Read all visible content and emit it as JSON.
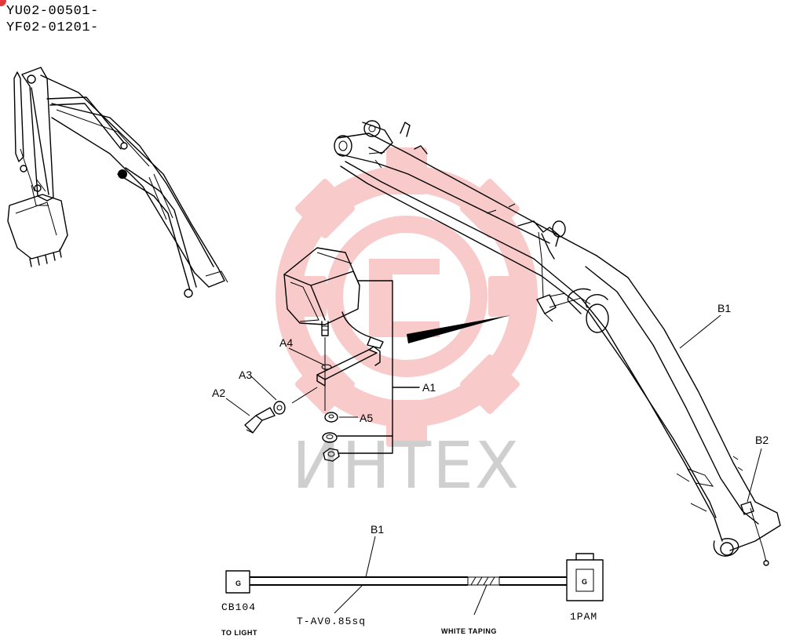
{
  "header": {
    "serial_1": "YU02-00501-",
    "serial_2": "YF02-01201-"
  },
  "watermark": {
    "text": "ИНТЕХ",
    "color": "#f4a0a0"
  },
  "callouts": {
    "a1": "A1",
    "a2": "A2",
    "a3": "A3",
    "a4": "A4",
    "a5": "A5",
    "b1_boom": "B1",
    "b2": "B2",
    "b1_harness": "B1"
  },
  "harness": {
    "left_connector": "CB104",
    "left_note": "TO LIGHT",
    "wire_spec": "T-AV0.85sq",
    "taping_note": "WHITE TAPING",
    "right_connector": "1PAM",
    "left_pin": "G",
    "right_pin": "G"
  }
}
